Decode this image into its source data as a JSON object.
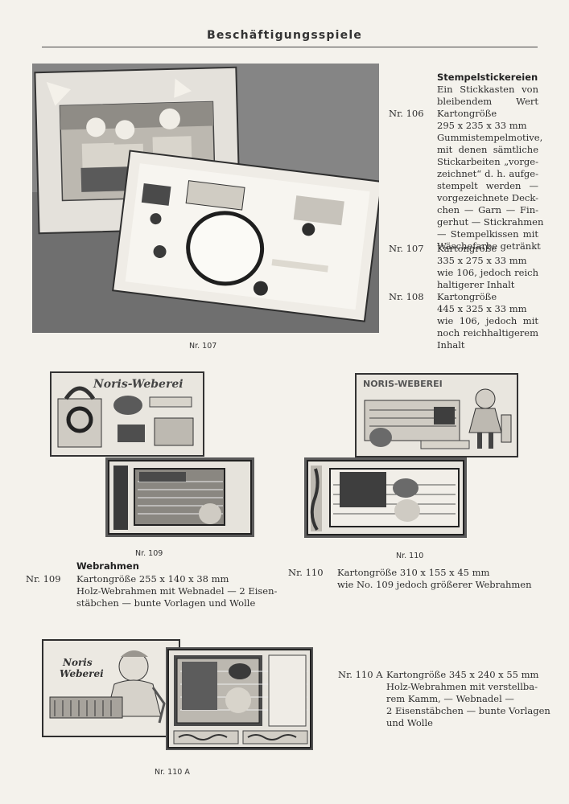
{
  "header": {
    "title": "Beschäftigungsspiele"
  },
  "stempel": {
    "title": "Stempelstickereien",
    "intro": [
      "Ein Stickkasten von",
      "bleibendem Wert"
    ],
    "items": [
      {
        "nr": "Nr. 106",
        "lines": [
          "Kartongröße",
          "295 x 235 x 33 mm",
          "Gummistempelmotive,",
          "mit denen sämtliche",
          "Stickarbeiten „vorge-",
          "zeichnet“ d. h. aufge-",
          "stempelt werden —",
          "vorgezeichnete Deck-",
          "chen — Garn — Fin-",
          "gerhut — Stickrahmen",
          "— Stempelkissen mit",
          "Wäschefarbe getränkt"
        ]
      },
      {
        "nr": "Nr. 107",
        "lines": [
          "Kartongröße",
          "335 x 275 x 33 mm",
          "wie 106, jedoch reich",
          "haltigerer Inhalt"
        ]
      },
      {
        "nr": "Nr. 108",
        "lines": [
          "Kartongröße",
          "445 x 325 x 33 mm",
          "wie 106, jedoch mit",
          "noch reichhaltigerem",
          "Inhalt"
        ]
      }
    ]
  },
  "captions": {
    "p107": "Nr. 107",
    "p109": "Nr. 109",
    "p110": "Nr. 110",
    "p110a": "Nr. 110 A"
  },
  "box_labels": {
    "noris_weberei_1": "Noris-Weberei",
    "noris_weberei_2": "NORIS-WEBEREI",
    "noris_line1": "Noris",
    "noris_line2": "Weberei"
  },
  "webrahmen": {
    "title": "Webrahmen",
    "nr109": "Nr. 109",
    "lines109": [
      "Kartongröße 255 x 140 x 38 mm",
      "Holz-Webrahmen mit Webnadel — 2 Eisen-",
      "stäbchen — bunte Vorlagen und Wolle"
    ],
    "nr110": "Nr. 110",
    "lines110": [
      "Kartongröße 310 x 155 x 45 mm",
      "wie No. 109 jedoch größerer Webrahmen"
    ],
    "nr110a": "Nr. 110 A",
    "lines110a_first": "Kartongröße 345 x 240 x 55 mm",
    "lines110a": [
      "Holz-Webrahmen mit verstellba-",
      "rem Kamm, — Webnadel —",
      "2 Eisenstäbchen — bunte Vorlagen",
      "und Wolle"
    ]
  }
}
